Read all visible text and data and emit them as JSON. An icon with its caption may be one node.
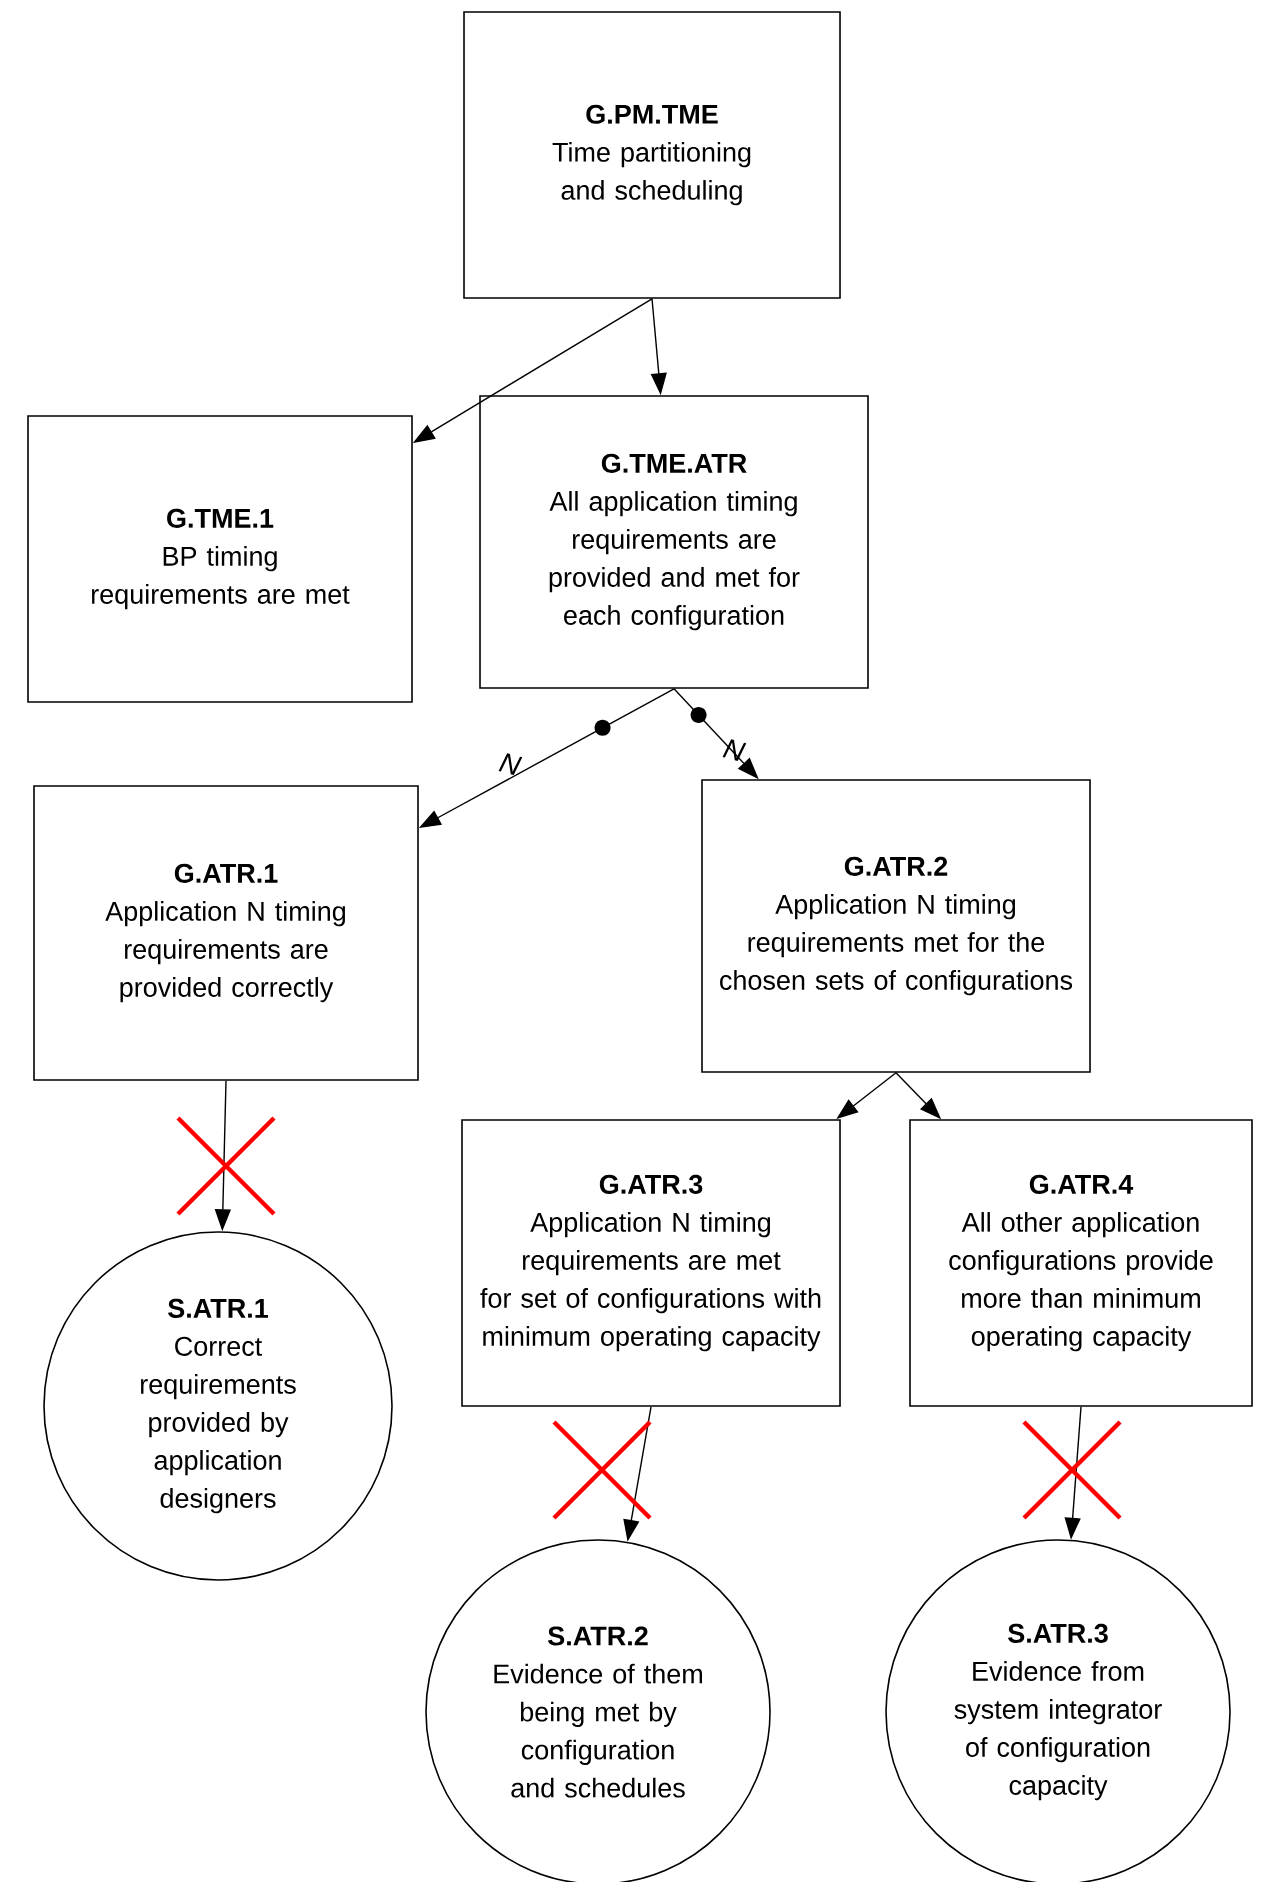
{
  "diagram": {
    "nodes": [
      {
        "text": [
          "G.PM.TME",
          "Time partitioning and scheduling"
        ]
      },
      {
        "text": [
          "G.TME.1",
          "BP timing requirements are met"
        ]
      },
      {
        "text": [
          "G.TME.ATR",
          "All application timing requirements are provided and met for each configuration"
        ]
      },
      {
        "text": [
          "G.ATR.1",
          "Application N timing requirements are provided correctly"
        ]
      },
      {
        "text": [
          "G.ATR.2",
          "Application N timing requirements met for the chosen sets of configurations"
        ]
      },
      {
        "text": [
          "G.ATR.3",
          "Application N timing requirements are met for set of configurations with minimum operating capacity"
        ]
      },
      {
        "text": [
          "G.ATR.4",
          "All other application configurations provide more than minimum operating capacity"
        ]
      },
      {
        "text": [
          "S.ATR.1",
          "Correct requirements provided by application designers"
        ]
      },
      {
        "text": [
          "S.ATR.2",
          "Evidence of them being met by configuration and schedules"
        ]
      },
      {
        "text": [
          "S.ATR.3",
          "Evidence from system integrator of configuration capacity"
        ]
      }
    ],
    "edges": [
      {
        "from": 0,
        "to": 1,
        "arrow": "to"
      },
      {
        "from": 0,
        "to": 2,
        "arrow": "to"
      },
      {
        "from": 2,
        "to": 3,
        "arrow": "to",
        "label": "N"
      },
      {
        "from": 2,
        "to": 4,
        "arrow": "to",
        "label": "N"
      },
      {
        "from": 4,
        "to": 5,
        "arrow": "to"
      },
      {
        "from": 4,
        "to": 6,
        "arrow": "to"
      },
      {
        "from": 3,
        "to": 7,
        "arrow": "to"
      },
      {
        "from": 5,
        "to": 8,
        "arrow": "to"
      },
      {
        "from": 6,
        "to": 9,
        "arrow": "to"
      }
    ]
  }
}
